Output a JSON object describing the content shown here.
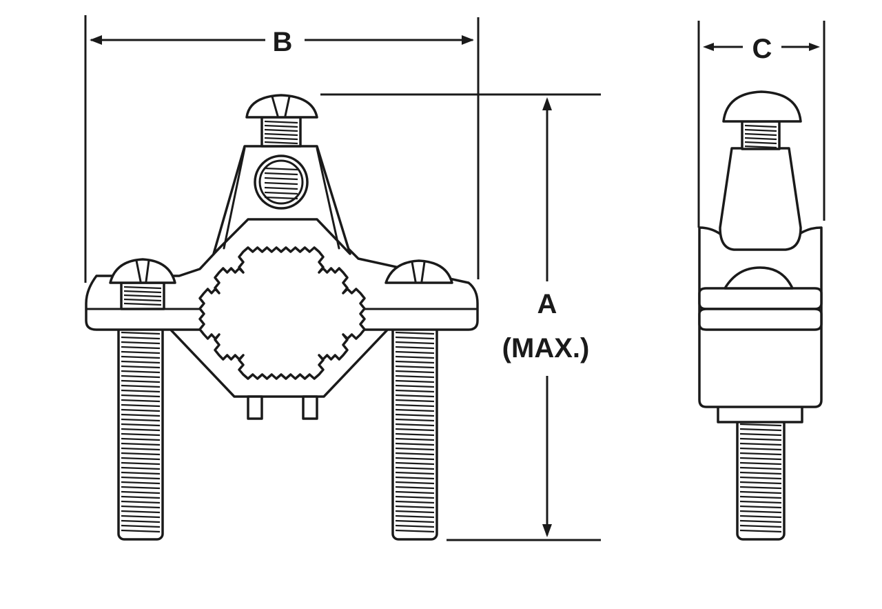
{
  "dimensions": {
    "a": {
      "letter": "A",
      "qualifier": "(MAX.)"
    },
    "b": {
      "letter": "B"
    },
    "c": {
      "letter": "C"
    }
  },
  "colors": {
    "ink": "#1a1a1a",
    "paper": "#ffffff"
  }
}
